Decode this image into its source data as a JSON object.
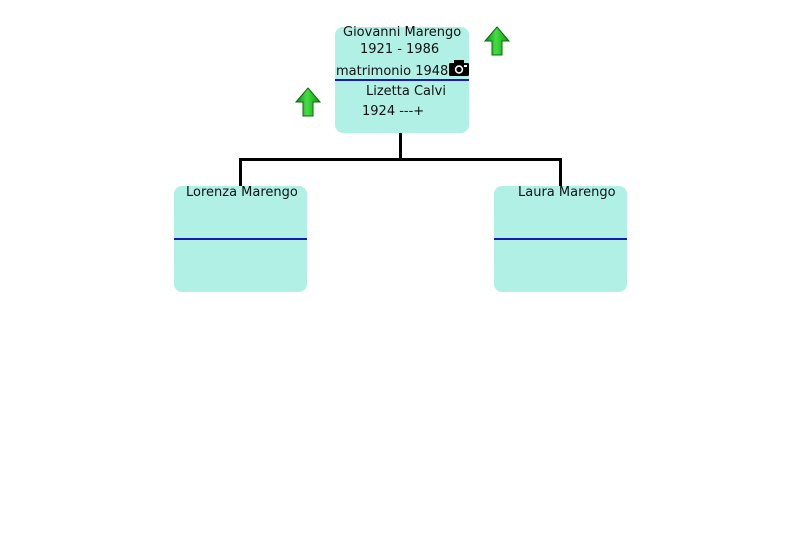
{
  "couple": {
    "husband_name": "Giovanni Marengo",
    "husband_dates": "1921 - 1986",
    "marriage": "matrimonio 1948",
    "wife_name": "Lizetta Calvi",
    "wife_dates": "1924 ---+"
  },
  "children": [
    {
      "name": "Lorenza Marengo"
    },
    {
      "name": "Laura Marengo"
    }
  ],
  "icons": {
    "parents_up_arrow": "up-arrow-icon",
    "photo": "camera-icon"
  },
  "colors": {
    "card": "#b0f0e5",
    "separator": "#1a1ab8",
    "arrow": "#22bb22",
    "connector": "#000000"
  }
}
